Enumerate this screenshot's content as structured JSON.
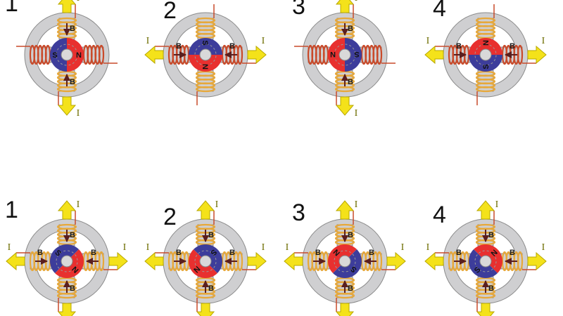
{
  "colors": {
    "stator": "#cfcfd1",
    "stator_stroke": "#8a8a8a",
    "north": "#e8302f",
    "south": "#3d3d9b",
    "coil": "#e7a83a",
    "coil_red": "#c94a2a",
    "arrow": "#f4e21a",
    "arrow_stroke": "#b8a800"
  },
  "labels": {
    "field": "B",
    "current": "I",
    "north": "N",
    "south": "S"
  },
  "rows": [
    {
      "name": "top",
      "steps": [
        {
          "num": "1",
          "active": [
            "top",
            "bottom"
          ],
          "angle": 0
        },
        {
          "num": "2",
          "active": [
            "left",
            "right"
          ],
          "angle": 90
        },
        {
          "num": "3",
          "active": [
            "top",
            "bottom"
          ],
          "angle": 180
        },
        {
          "num": "4",
          "active": [
            "left",
            "right"
          ],
          "angle": 270
        }
      ]
    },
    {
      "name": "bottom",
      "steps": [
        {
          "num": "1",
          "active": [
            "top",
            "bottom",
            "left",
            "right"
          ],
          "angle": 45
        },
        {
          "num": "2",
          "active": [
            "top",
            "bottom",
            "left",
            "right"
          ],
          "angle": 135
        },
        {
          "num": "3",
          "active": [
            "top",
            "bottom",
            "left",
            "right"
          ],
          "angle": 225
        },
        {
          "num": "4",
          "active": [
            "top",
            "bottom",
            "left",
            "right"
          ],
          "angle": 315
        }
      ]
    }
  ]
}
